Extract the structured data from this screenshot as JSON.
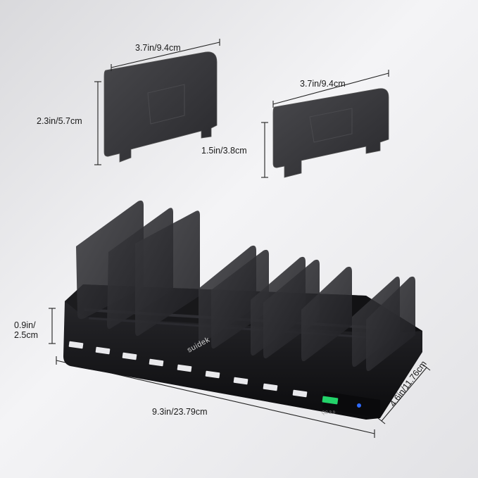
{
  "image": {
    "type": "product-photo",
    "subject": "charging-station-with-dividers"
  },
  "dimensions": {
    "top_divider_width": "3.7in/9.4cm",
    "top_divider_height": "2.3in/5.7cm",
    "mid_divider_width": "3.7in/9.4cm",
    "mid_divider_height": "1.5in/3.8cm",
    "base_height_line1": "0.9in/",
    "base_height_line2": "2.5cm",
    "base_length": "9.3in/23.79cm",
    "base_depth": "4.6in/11.76cm"
  },
  "device": {
    "brand": "suidek",
    "quick_charge_label": "QC 3.0",
    "usb_port_count": 9,
    "quick_charge_port_color": "#23d36a",
    "indicator_color": "#2f6bff"
  },
  "colors": {
    "divider_fill": "#2b2b2e",
    "body_fill": "#141416",
    "dimension_line": "#222222"
  }
}
